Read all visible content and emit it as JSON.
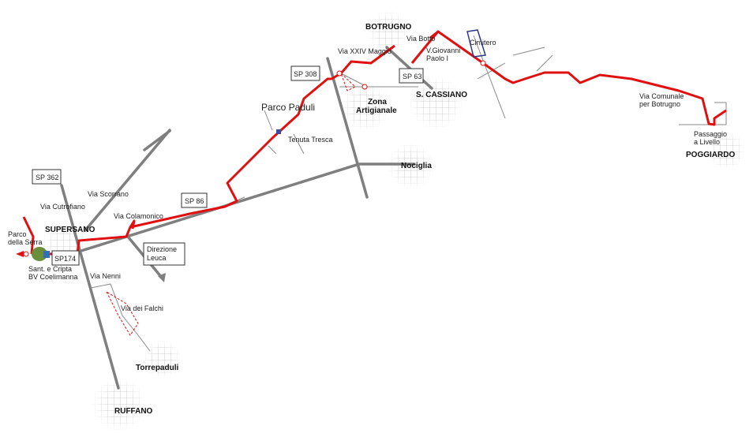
{
  "towns": {
    "supersano": "SUPERSANO",
    "botrugno": "BOTRUGNO",
    "s_cassiano": "S. CASSIANO",
    "poggiardo": "POGGIARDO",
    "nociglia": "Nociglia",
    "torrepaduli": "Torrepaduli",
    "ruffano": "RUFFANO",
    "zona_1": "Zona",
    "zona_2": "Artigianale"
  },
  "road_signs": {
    "sp362": "SP 362",
    "sp86": "SP 86",
    "sp308": "SP 308",
    "sp63": "SP 63",
    "sp174": "SP174",
    "leuca_1": "Direzione",
    "leuca_2": "Leuca"
  },
  "labels": {
    "via_scorrano": "Via Scorrano",
    "via_cutrofiano": "Via Cutrofiano",
    "via_colamonico": "Via Colamonico",
    "parco_serra_1": "Parco",
    "parco_serra_2": "della Serra",
    "santuario_1": "Sant.  e Cripta",
    "santuario_2": "BV Coelimanna",
    "via_nenni": "Via Nenni",
    "via_falchi": "Via dei Falchi",
    "parco_paduli": "Parco Paduli",
    "tenuta_tresca": "Tenuta Tresca",
    "via_xxiv_maggio": "Via XXIV Maggio",
    "via_botto": "Via Botto",
    "cimitero": "Cimitero",
    "giovanni_1": "V.Giovanni",
    "giovanni_2": "Paolo I",
    "via_comunale_1": "Via Comunale",
    "via_comunale_2": "per Botrugno",
    "passaggio_1": "Passaggio",
    "passaggio_2": "a Livello"
  },
  "colors": {
    "route": "#e01010",
    "road": "#7f7f7f"
  }
}
